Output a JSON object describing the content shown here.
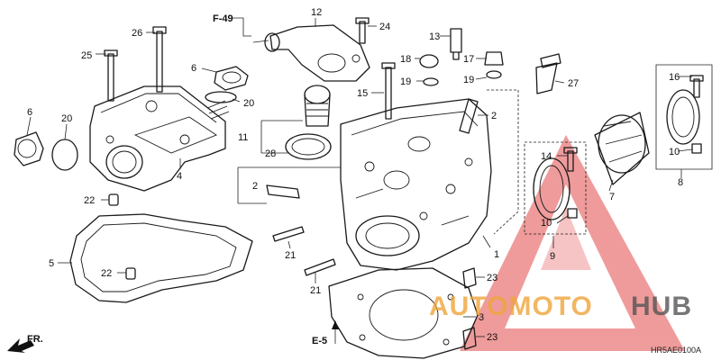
{
  "diagram_code": "HR5AE0100A",
  "references": {
    "f49": "F-49",
    "e5": "E-5",
    "fr": "FR."
  },
  "watermark": {
    "part1": "AUTOMOTO",
    "part2": "HUB",
    "color1": "#f0a53a",
    "color2": "#555555",
    "triangle_color": "#e24b4b"
  },
  "callouts": [
    "1",
    "2",
    "2",
    "3",
    "4",
    "5",
    "6",
    "6",
    "7",
    "8",
    "9",
    "10",
    "10",
    "11",
    "12",
    "13",
    "14",
    "15",
    "16",
    "17",
    "18",
    "19",
    "19",
    "20",
    "20",
    "21",
    "21",
    "22",
    "22",
    "23",
    "23",
    "24",
    "25",
    "26",
    "27",
    "28"
  ]
}
